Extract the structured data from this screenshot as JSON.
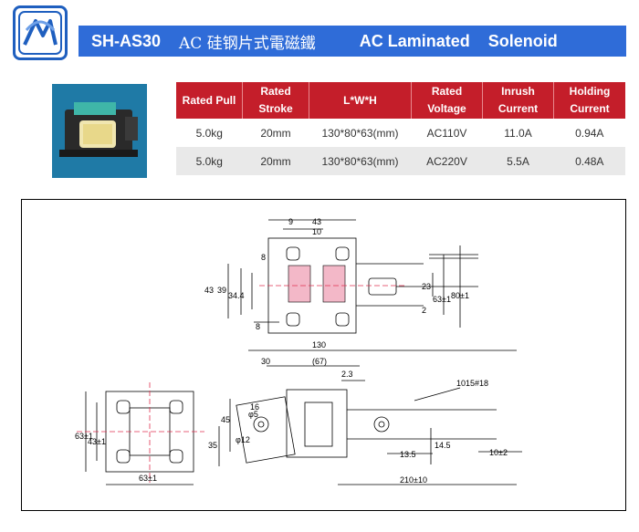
{
  "header": {
    "model": "SH-AS30",
    "title_cn": "AC 硅钢片式電磁鐵",
    "title_en": "AC Laminated",
    "title_en_2": "Solenoid",
    "banner_color": "#2f6cd8"
  },
  "spec_table": {
    "header_color": "#c41e2a",
    "columns": [
      {
        "line1": "Rated Pull",
        "line2": ""
      },
      {
        "line1": "Rated",
        "line2": "Stroke"
      },
      {
        "line1": "L*W*H",
        "line2": ""
      },
      {
        "line1": "Rated",
        "line2": "Voltage"
      },
      {
        "line1": "Inrush",
        "line2": "Current"
      },
      {
        "line1": "Holding",
        "line2": "Current"
      }
    ],
    "rows": [
      [
        "5.0kg",
        "20mm",
        "130*80*63(mm)",
        "AC110V",
        "11.0A",
        "0.94A"
      ],
      [
        "5.0kg",
        "20mm",
        "130*80*63(mm)",
        "AC220V",
        "5.5A",
        "0.48A"
      ]
    ]
  },
  "drawing": {
    "labels": {
      "top_9": "9",
      "top_43": "43",
      "top_10": "10",
      "top_8": "8",
      "left_43": "43",
      "left_39": "39",
      "left_344": "34.4",
      "bottom_8": "8",
      "right_23": "23",
      "right_2": "2",
      "right_63": "63±1",
      "right_80": "80±1",
      "bot_130": "130",
      "bot_30": "30",
      "bot_67": "(67)",
      "bot_23": "2.3",
      "bot_1015": "1015#18",
      "side_63": "63±1",
      "side_43": "43±1",
      "side_w63": "63±1",
      "front_45": "45",
      "front_35": "35",
      "front_phi5": "φ5",
      "front_phi12": "φ12",
      "front_16": "16",
      "front_135": "13.5",
      "front_145": "14.5",
      "front_10": "10±2",
      "front_210": "210±10"
    }
  }
}
